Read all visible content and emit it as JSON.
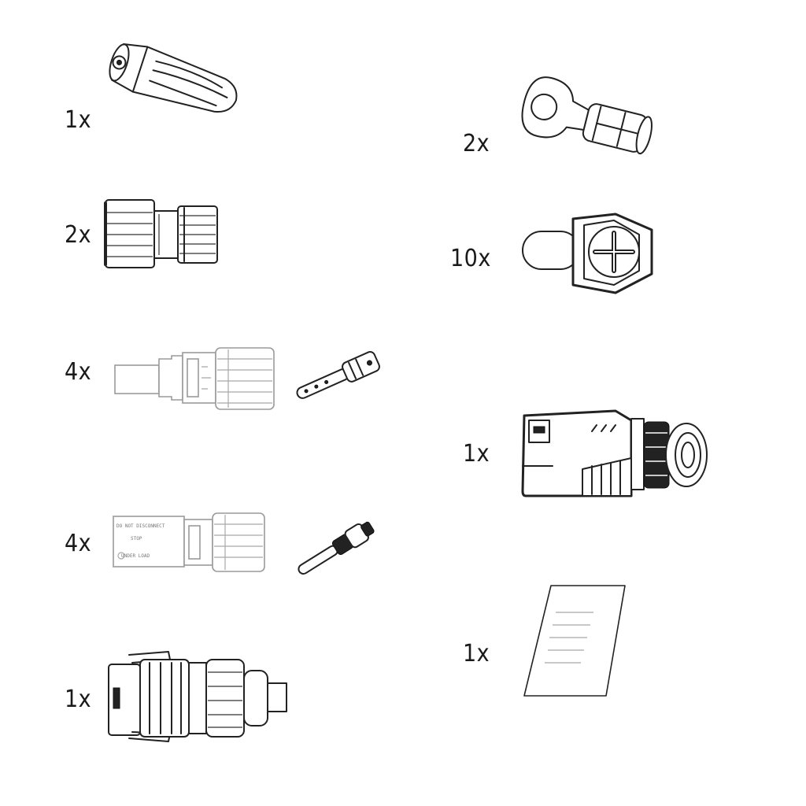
{
  "items": [
    {
      "qty": "1x",
      "icon": "screwdriver-tool-icon"
    },
    {
      "qty": "2x",
      "icon": "cable-gland-icon"
    },
    {
      "qty": "4x",
      "icon": "pv-connector-female-with-pin-icon"
    },
    {
      "qty": "4x",
      "icon": "pv-connector-male-with-pin-icon"
    },
    {
      "qty": "1x",
      "icon": "ac-connector-icon"
    },
    {
      "qty": "2x",
      "icon": "ring-terminal-icon"
    },
    {
      "qty": "10x",
      "icon": "combination-screw-icon"
    },
    {
      "qty": "1x",
      "icon": "communication-connector-icon"
    },
    {
      "qty": "1x",
      "icon": "document-icon"
    }
  ],
  "connector_labels": {
    "line1": "DO NOT DISCONNECT",
    "line2": "STOP",
    "line3": "UNDER LOAD"
  }
}
